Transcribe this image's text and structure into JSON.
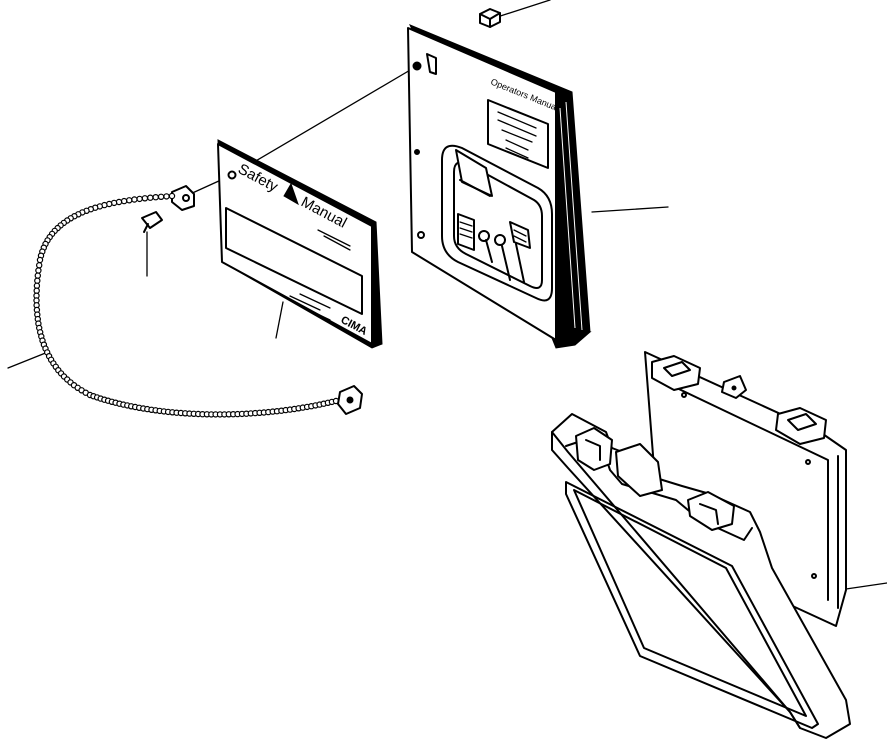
{
  "safety_manual": {
    "title_word1": "Safety",
    "title_word2": "Manual",
    "brand": "CIMA"
  },
  "operators_manual": {
    "cover_title": "Operators Manual"
  },
  "colors": {
    "ink": "#000000",
    "paper": "#ffffff"
  }
}
